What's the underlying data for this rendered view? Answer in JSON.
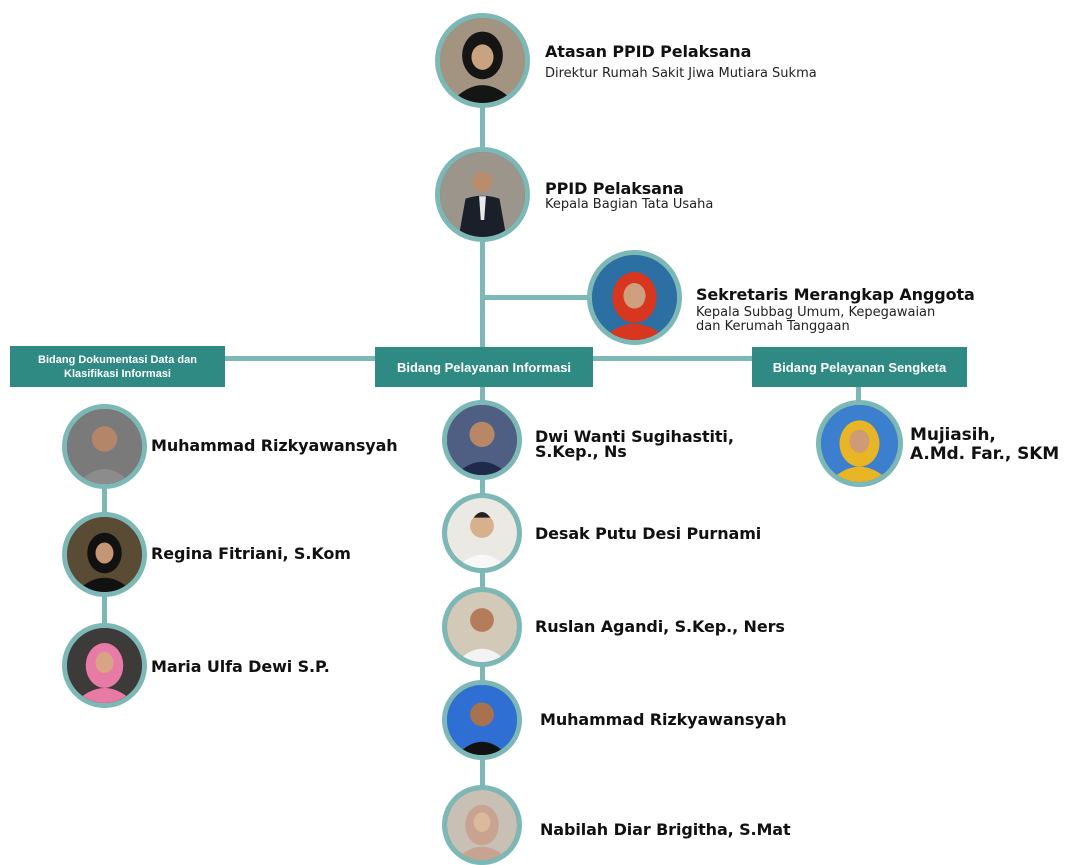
{
  "colors": {
    "connector": "#7bb8b6",
    "box": "#2f8a84",
    "box_text": "#ffffff"
  },
  "top": {
    "atasan": {
      "name": "Atasan PPID Pelaksana",
      "role": "Direktur Rumah Sakit Jiwa Mutiara Sukma",
      "icon": "person-hijab-photo"
    },
    "ppid": {
      "name": "PPID Pelaksana",
      "role": "Kepala Bagian Tata Usaha",
      "icon": "person-suit-photo"
    },
    "sekretaris": {
      "name": "Sekretaris Merangkap Anggota",
      "role_line1": "Kepala Subbag Umum, Kepegawaian",
      "role_line2": "dan Kerumah Tanggaan",
      "icon": "person-hijab-red-photo"
    }
  },
  "divisions": {
    "dokumentasi": {
      "title_line1": "Bidang Dokumentasi Data dan",
      "title_line2": "Klasifikasi Informasi",
      "members": [
        "Muhammad Rizkyawansyah",
        "Regina Fitriani, S.Kom",
        "Maria Ulfa Dewi S.P."
      ]
    },
    "pelayanan_informasi": {
      "title": "Bidang Pelayanan Informasi",
      "members": {
        "m1_line1": "Dwi Wanti Sugihastiti,",
        "m1_line2": "S.Kep., Ns",
        "m2": "Desak Putu Desi Purnami",
        "m3": "Ruslan Agandi, S.Kep., Ners",
        "m4": "Muhammad Rizkyawansyah",
        "m5": "Nabilah Diar Brigitha, S.Mat"
      }
    },
    "pelayanan_sengketa": {
      "title": "Bidang Pelayanan Sengketa",
      "member_line1": "Mujiasih,",
      "member_line2": "A.Md. Far., SKM"
    }
  }
}
